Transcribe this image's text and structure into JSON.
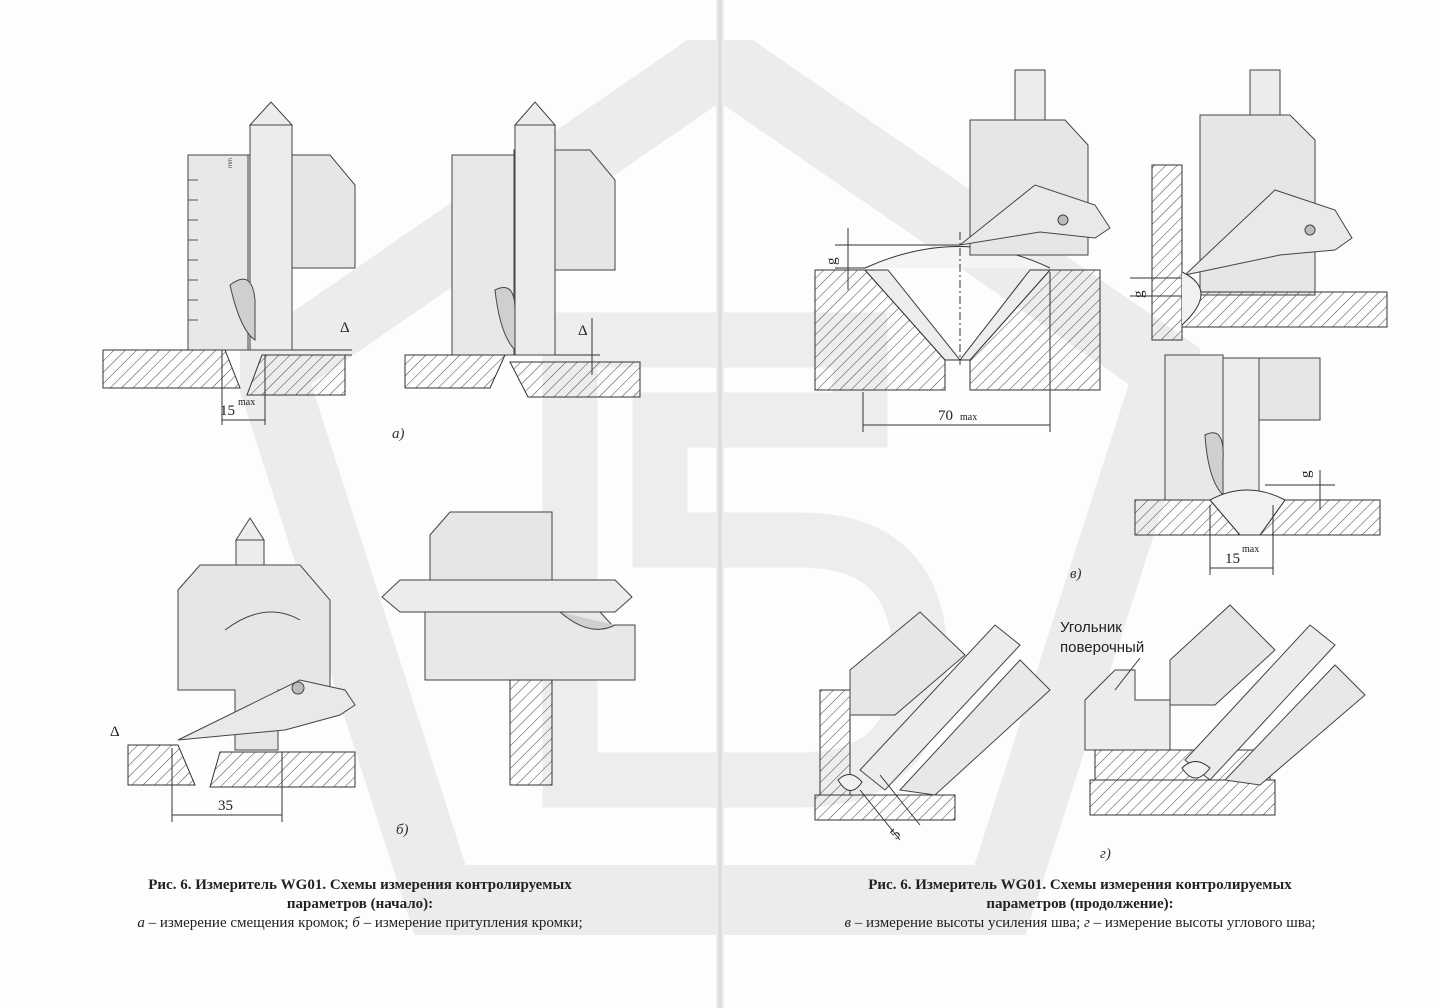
{
  "left_page": {
    "caption_title_line1": "Рис. 6. Измеритель WG01. Схемы измерения контролируемых",
    "caption_title_line2": "параметров (начало):",
    "caption_sub": {
      "a_letter": "а",
      "a_text": " – измерение смещения кромок; ",
      "b_letter": "б",
      "b_text": " – измерение притупления кромки;"
    },
    "fig_a_label": "а)",
    "fig_b_label": "б)",
    "dim_15": "15",
    "dim_max": "max",
    "dim_delta": "Δ",
    "dim_35": "35",
    "scale_mm": "mm"
  },
  "right_page": {
    "caption_title_line1": "Рис. 6. Измеритель WG01. Схемы измерения контролируемых",
    "caption_title_line2": "параметров (продолжение):",
    "caption_sub": {
      "v_letter": "в",
      "v_text": " – измерение высоты усиления шва; ",
      "g_letter": "г",
      "g_text": " – измерение высоты углового шва;"
    },
    "fig_v_label": "в)",
    "fig_g_label": "г)",
    "dim_g": "g",
    "dim_70": "70",
    "dim_max": "max",
    "dim_15": "15",
    "dim_5": "5",
    "note_line1": "Угольник",
    "note_line2": "поверочный"
  },
  "colors": {
    "ink": "#333333",
    "tool_fill": "#e6e6e6",
    "watermark": "#ececec"
  }
}
